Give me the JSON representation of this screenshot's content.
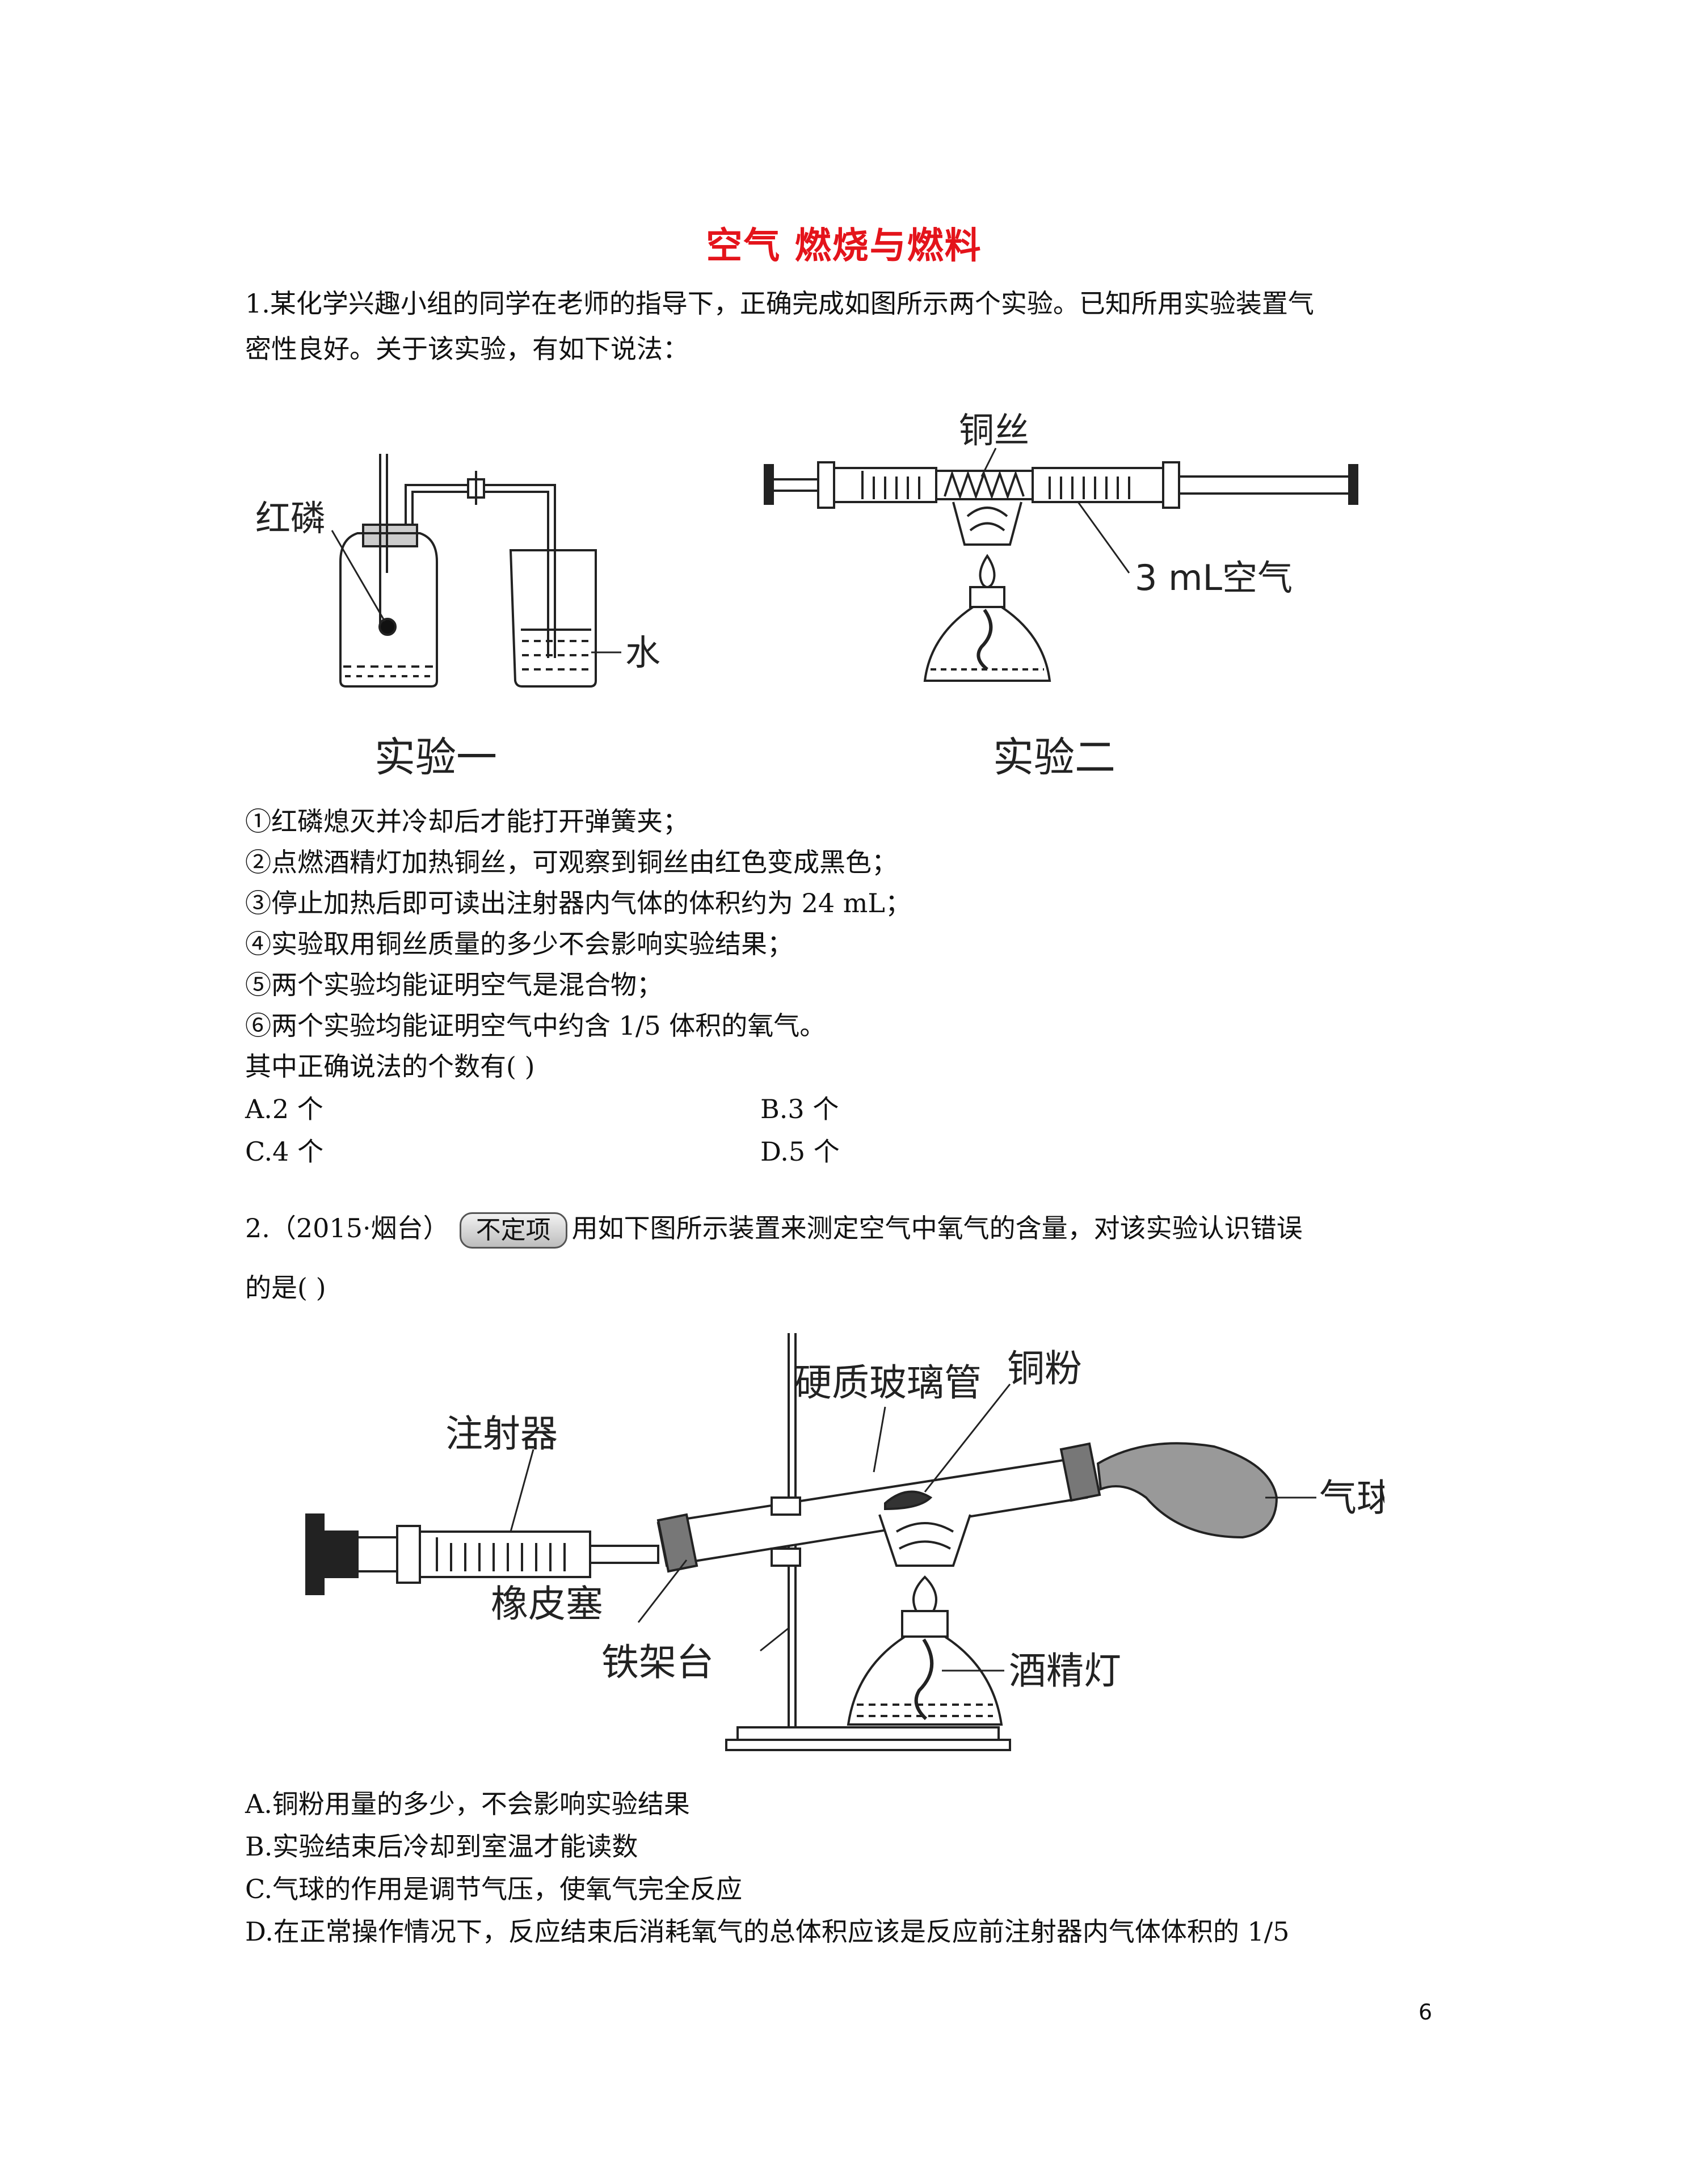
{
  "title": "空气 燃烧与燃料",
  "q1": {
    "stem_line1": "1.某化学兴趣小组的同学在老师的指导下，正确完成如图所示两个实验。已知所用实验装置气",
    "stem_line2": "密性良好。关于该实验，有如下说法：",
    "fig": {
      "label_red_phosphorus": "红磷",
      "label_water": "水",
      "label_copper_wire": "铜丝",
      "label_air": "3 mL空气",
      "caption1": "实验一",
      "caption2": "实验二"
    },
    "statements": [
      "①红磷熄灭并冷却后才能打开弹簧夹；",
      "②点燃酒精灯加热铜丝，可观察到铜丝由红色变成黑色；",
      "③停止加热后即可读出注射器内气体的体积约为 24 mL；",
      "④实验取用铜丝质量的多少不会影响实验结果；",
      "⑤两个实验均能证明空气是混合物；",
      "⑥两个实验均能证明空气中约含 1/5 体积的氧气。"
    ],
    "question": "其中正确说法的个数有(      )",
    "options": [
      "A.2 个",
      "B.3 个",
      "C.4 个",
      "D.5 个"
    ]
  },
  "q2": {
    "prefix": "2.（2015·烟台）",
    "badge": "不定项",
    "stem_rest": "用如下图所示装置来测定空气中氧气的含量，对该实验认识错误",
    "stem_line2": "的是(      )",
    "fig": {
      "label_syringe": "注射器",
      "label_glass_tube": "硬质玻璃管",
      "label_copper_powder": "铜粉",
      "label_balloon": "气球",
      "label_stopper": "橡皮塞",
      "label_stand": "铁架台",
      "label_lamp": "酒精灯"
    },
    "options": [
      "A.铜粉用量的多少，不会影响实验结果",
      "B.实验结束后冷却到室温才能读数",
      "C.气球的作用是调节气压，使氧气完全反应",
      "D.在正常操作情况下，反应结束后消耗氧气的总体积应该是反应前注射器内气体体积的 1/5"
    ]
  },
  "page_number": "6"
}
